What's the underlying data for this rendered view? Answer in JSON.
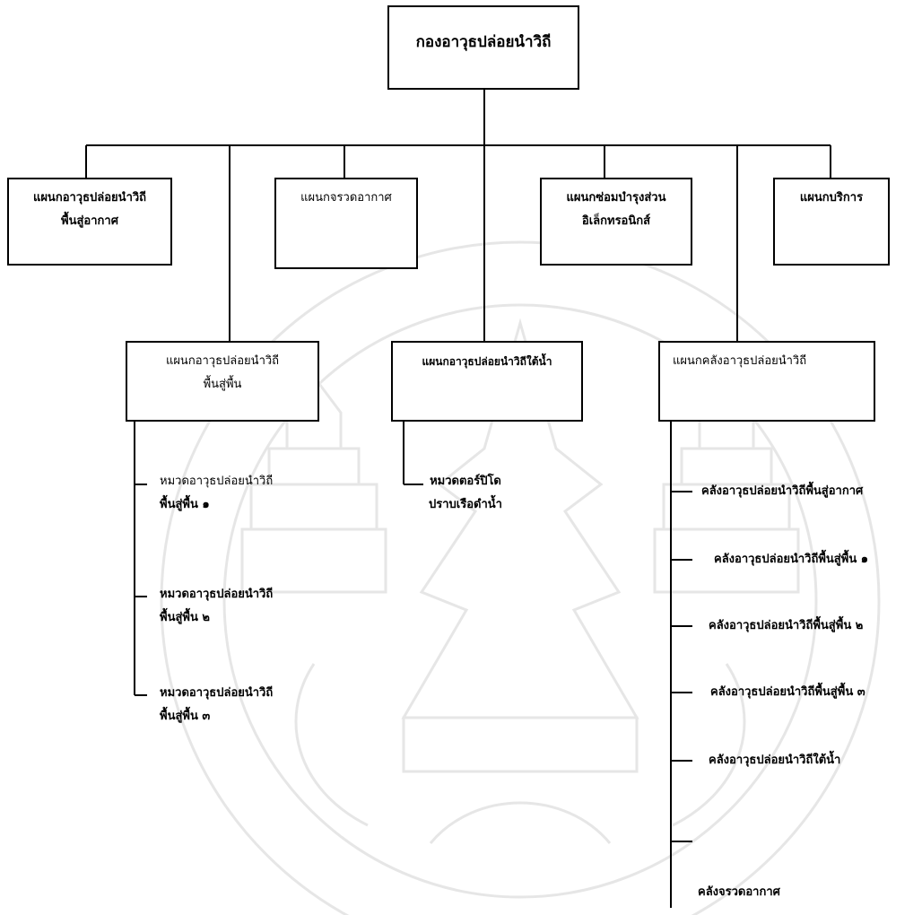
{
  "root": {
    "line1": "กองอาวุธปล่อยนำวิถี"
  },
  "top_units": [
    {
      "line1": "แผนกอาวุธปล่อยนำวิถี",
      "line2": "พื้นสู่อากาศ"
    },
    {
      "line1": "แผนกจรวดอากาศ",
      "line2": ""
    },
    {
      "line1": "แผนกซ่อมบำรุงส่วน",
      "line2": "อิเล็กทรอนิกส์"
    },
    {
      "line1": "แผนกบริการ",
      "line2": ""
    }
  ],
  "mid_units": [
    {
      "line1": "แผนกอาวุธปล่อยนำวิถี",
      "line2": "พื้นสู่พื้น"
    },
    {
      "line1": "แผนกอาวุธปล่อยนำวิถีใต้น้ำ",
      "line2": ""
    },
    {
      "line1": "แผนกคลังอาวุธปล่อยนำวิถี",
      "line2": ""
    }
  ],
  "left_sections": [
    {
      "line1": "หมวดอาวุธปล่อยนำวิถี",
      "line2": "พื้นสู่พื้น ๑"
    },
    {
      "line1": "หมวดอาวุธปล่อยนำวิถี",
      "line2": "พื้นสู่พื้น ๒"
    },
    {
      "line1": "หมวดอาวุธปล่อยนำวิถี",
      "line2": "พื้นสู่พื้น ๓"
    }
  ],
  "center_section": {
    "line1": "หมวดตอร์ปิโด",
    "line2": "ปราบเรือดำน้ำ"
  },
  "depots": [
    "คลังอาวุธปล่อยนำวิถีพื้นสู่อากาศ",
    "คลังอาวุธปล่อยนำวิถีพื้นสู่พื้น ๑",
    "คลังอาวุธปล่อยนำวิถีพื้นสู่พื้น ๒",
    "คลังอาวุธปล่อยนำวิถีพื้นสู่พื้น ๓",
    "คลังอาวุธปล่อยนำวิถีใต้น้ำ",
    "คลังจรวดอากาศ"
  ]
}
